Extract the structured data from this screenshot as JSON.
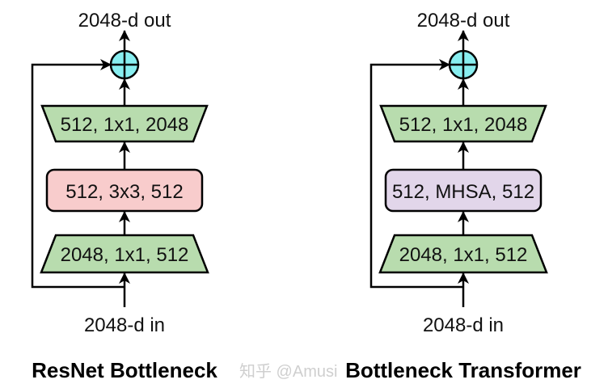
{
  "colors": {
    "conv1x1": "#b8dcae",
    "conv3x3": "#f8cccc",
    "mhsa": "#e2d6ea",
    "add": "#88eef0",
    "line": "#000000"
  },
  "diagrams": [
    {
      "title": "ResNet Bottleneck",
      "output": "2048-d out",
      "input": "2048-d in",
      "blocks": [
        "512, 1x1, 2048",
        "512, 3x3, 512",
        "2048, 1x1, 512"
      ],
      "middle_type": "conv3x3"
    },
    {
      "title": "Bottleneck Transformer",
      "output": "2048-d out",
      "input": "2048-d in",
      "blocks": [
        "512, 1x1, 2048",
        "512, MHSA, 512",
        "2048, 1x1, 512"
      ],
      "middle_type": "mhsa"
    }
  ],
  "watermark": "知乎 @Amusi"
}
